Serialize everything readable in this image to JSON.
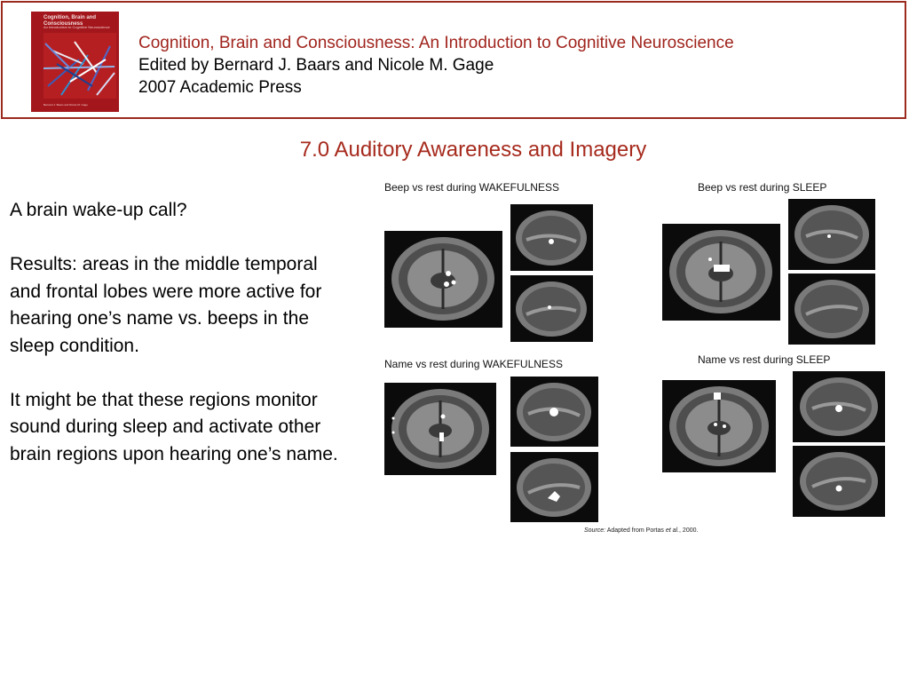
{
  "header": {
    "book_title": "Cognition, Brain and Consciousness: An Introduction to Cognitive Neuroscience",
    "editors": "Edited by Bernard J. Baars and Nicole M. Gage",
    "publisher": "2007 Academic Press",
    "cover": {
      "title": "Cognition, Brain and Consciousness",
      "subtitle": "An Introduction to Cognitive Neuroscience",
      "editors": "Bernard J. Baars and Nicole M. Gage",
      "color": "#a3161b"
    }
  },
  "slide": {
    "title": "7.0 Auditory Awareness and Imagery",
    "heading": "A brain wake-up call?",
    "paragraph1": "Results: areas in the middle temporal and frontal lobes were more active for hearing one’s name vs. beeps in the sleep condition.",
    "paragraph2": "It might be that these regions monitor sound during sleep and activate other brain regions upon hearing one’s name."
  },
  "figure": {
    "panels": [
      {
        "label": "Beep vs rest during WAKEFULNESS"
      },
      {
        "label": "Beep vs rest during SLEEP"
      },
      {
        "label": "Name vs rest during WAKEFULNESS"
      },
      {
        "label": "Name vs rest during SLEEP"
      }
    ],
    "source_prefix": "Source:",
    "source_text": "Adapted from Portas ",
    "source_etal": "et al.",
    "source_year": ", 2000."
  },
  "colors": {
    "accent": "#a62a1d",
    "border": "#9b2a1f"
  }
}
